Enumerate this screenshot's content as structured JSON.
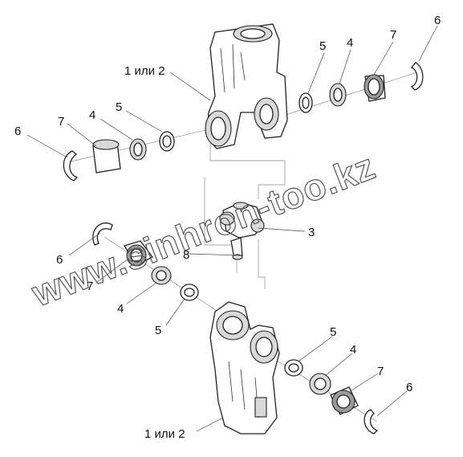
{
  "labels": {
    "part_fork": "1 или 2",
    "part_cross": "3",
    "part_seal": "4",
    "part_washer": "5",
    "part_ring": "6",
    "part_bearing": "7",
    "part_nipple": "8"
  },
  "watermark": "www.sinhron-too.kz"
}
